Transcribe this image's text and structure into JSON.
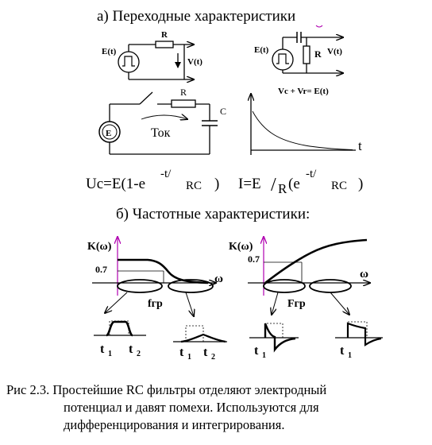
{
  "section_a": {
    "title": "а) Переходные характеристики",
    "circuit1": {
      "source": "E(t)",
      "resistor": "R",
      "output": "V(t)"
    },
    "circuit2": {
      "source": "E(t)",
      "resistor": "R",
      "output": "V(t)",
      "equation": "Vc + Vr= E(t)"
    },
    "circuit3": {
      "source": "E",
      "resistor": "R",
      "capacitor": "C",
      "current": "Ток"
    },
    "decay_graph": {
      "axis_label": "t"
    },
    "formula_uc": {
      "main": "Uc=E(1-e",
      "sup": "-t/",
      "sub": "RC",
      "close": ")"
    },
    "formula_i": {
      "main": "I=E",
      "slash": "/",
      "r": "R",
      "open": "(e",
      "sup": "-t/",
      "sub": "RC",
      "close": ")"
    }
  },
  "section_b": {
    "title": "б) Частотные характеристики:",
    "lowpass": {
      "ylabel": "K(ω)",
      "level": "0.7",
      "xlabel": "ω",
      "cutoff": "fгр"
    },
    "highpass": {
      "ylabel": "K(ω)",
      "level": "0.7",
      "xlabel": "ω",
      "cutoff": "Fгр"
    },
    "pulses": [
      {
        "t1": "t",
        "t1_sub": "1",
        "t2": "t",
        "t2_sub": "2"
      },
      {
        "t1": "t",
        "t1_sub": "1",
        "t2": "t",
        "t2_sub": "2"
      },
      {
        "t1": "t",
        "t1_sub": "1"
      },
      {
        "t1": "t",
        "t1_sub": "1"
      }
    ]
  },
  "caption": {
    "line1": "Рис 2.3.  Простейшие RC фильтры отделяют  электродный",
    "line2": "потенциал и давят помехи.  Используются для",
    "line3": "дифференцирования  и  интегрирования."
  },
  "colors": {
    "axis_accent": "#b000b0",
    "ink": "#000000"
  }
}
